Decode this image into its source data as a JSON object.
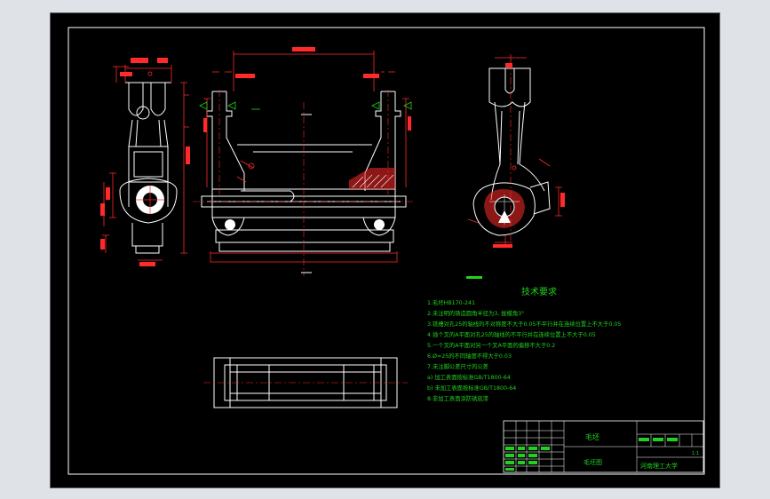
{
  "colors": {
    "background": "#dfe3e7",
    "sheet": "#000000",
    "outline": "#ffffff",
    "dimension": "#ff2a2a",
    "section_hatch": "#ff2a2a",
    "annotation": "#22d11f",
    "title_block_text": "#22d11f",
    "centerline": "#ff2a2a"
  },
  "tech": {
    "heading": "技术要求",
    "lines": [
      "1.毛坯HB170-241",
      "2.未注明的铸造圆角半径为3, 拔模角3°",
      "3.铣槽对孔25的轴线的不对称度不大于0.05不平行并在连续位置上不大于0.05",
      "4.插个叉的A平面对孔25的轴线的不平行并在连续位置上不大于0.05",
      "5.一个叉的A平面对另一个叉A平面的偏移不大于0.2",
      "6.Ø=25的不同轴度不得大于0.03",
      "7.未注脚公差尺寸的公差",
      "a) 加工表面按标准GB/T1800-64",
      "b) 未加工表面按标准GB/T1800-64",
      "8.非加工表面涂防锈底漆"
    ]
  },
  "title_block": {
    "part_name": "毛坯",
    "drawing_name": "毛坯图",
    "school": "河南理工大学",
    "scale": "1:1"
  }
}
